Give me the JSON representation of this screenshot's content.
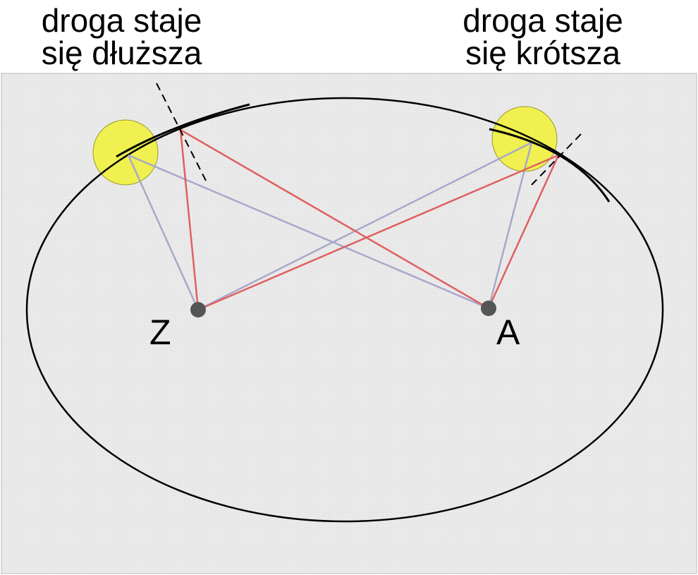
{
  "captions": {
    "left_line1": "droga staje",
    "left_line2": "się dłuższa",
    "right_line1": "droga staje",
    "right_line2": "się krótsza"
  },
  "points": {
    "z_label": "Z",
    "a_label": "A"
  },
  "colors": {
    "background_panel": "#e6e6e6",
    "ellipse": "#000000",
    "red_path": "#e06060",
    "blue_path": "#a8a8cc",
    "highlight_circle": "#f0f050",
    "point_fill": "#555555",
    "tangent_dashed": "#000000"
  }
}
